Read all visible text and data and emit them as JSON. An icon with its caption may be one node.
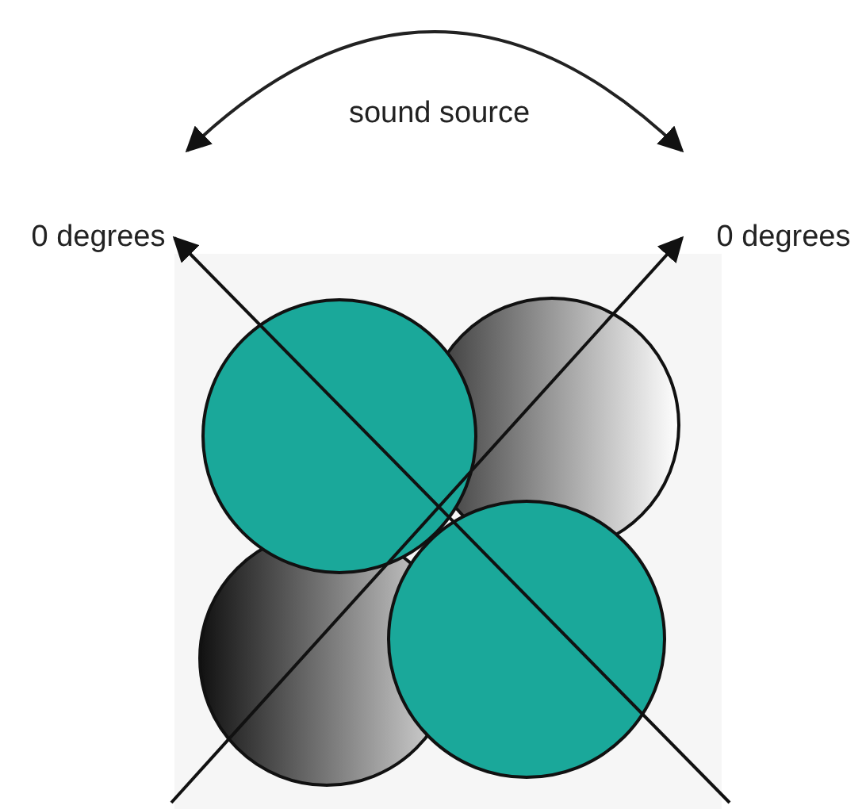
{
  "diagram": {
    "labels": [
      "sound source",
      "0 degrees",
      "0 degrees"
    ]
  }
}
